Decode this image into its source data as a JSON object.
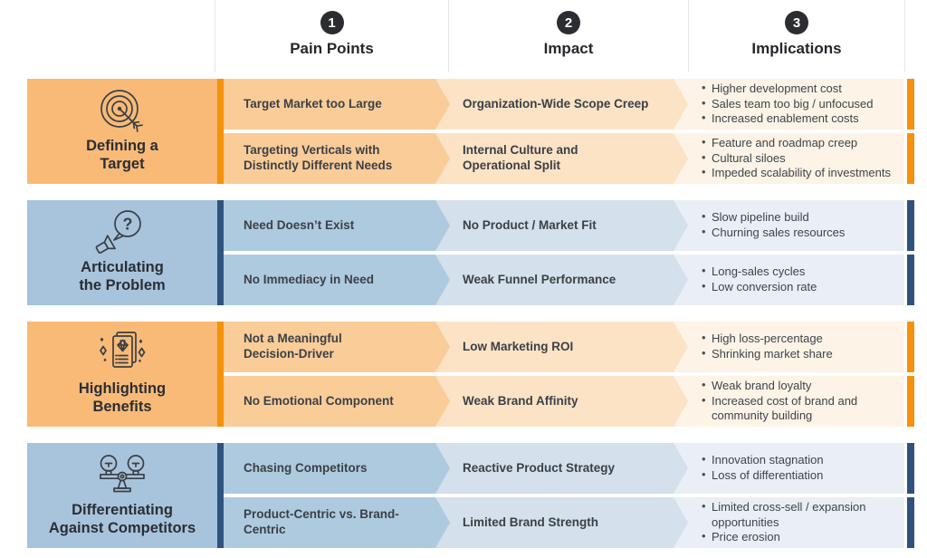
{
  "header": {
    "columns": [
      {
        "number": "1",
        "label": "Pain Points"
      },
      {
        "number": "2",
        "label": "Impact"
      },
      {
        "number": "3",
        "label": "Implications"
      }
    ]
  },
  "themes": {
    "orange": {
      "sidebar": "#F9BA77",
      "accent_bar": "#F6910E",
      "pain": "#FACC98",
      "impact": "#FCE3C5",
      "implications": "#FDF3E6"
    },
    "blue": {
      "sidebar": "#A8C4DC",
      "accent_bar": "#31517E",
      "pain": "#AECADF",
      "impact": "#D4E0EB",
      "implications": "#E9EFF4"
    }
  },
  "text_color": "#3B4047",
  "groups": [
    {
      "theme": "orange",
      "icon": "target-icon",
      "title": "Defining a\nTarget",
      "rows": [
        {
          "pain": "Target Market too Large",
          "impact": "Organization-Wide Scope Creep",
          "implications": [
            "Higher development cost",
            "Sales team too big / unfocused",
            "Increased enablement costs"
          ]
        },
        {
          "pain": "Targeting Verticals with\nDistinctly Different Needs",
          "impact": "Internal Culture and\nOperational Split",
          "implications": [
            "Feature and roadmap creep",
            "Cultural siloes",
            "Impeded scalability of investments"
          ]
        }
      ]
    },
    {
      "theme": "blue",
      "icon": "question-bubble-megaphone-icon",
      "title": "Articulating\nthe Problem",
      "rows": [
        {
          "pain": "Need Doesn’t Exist",
          "impact": "No Product / Market Fit",
          "implications": [
            "Slow pipeline build",
            "Churning sales resources"
          ]
        },
        {
          "pain": "No Immediacy in Need",
          "impact": "Weak Funnel Performance",
          "implications": [
            "Long-sales cycles",
            "Low conversion rate"
          ]
        }
      ]
    },
    {
      "theme": "orange",
      "icon": "benefits-sheet-sparkle-icon",
      "title": "Highlighting\nBenefits",
      "rows": [
        {
          "pain": "Not a Meaningful\nDecision-Driver",
          "impact": "Low Marketing ROI",
          "implications": [
            "High loss-percentage",
            "Shrinking market share"
          ]
        },
        {
          "pain": "No Emotional Component",
          "impact": "Weak Brand Affinity",
          "implications": [
            "Weak brand loyalty",
            "Increased cost of brand and community building"
          ]
        }
      ]
    },
    {
      "theme": "blue",
      "icon": "scale-bulbs-icon",
      "title": "Differentiating\nAgainst Competitors",
      "rows": [
        {
          "pain": "Chasing Competitors",
          "impact": "Reactive Product Strategy",
          "implications": [
            "Innovation stagnation",
            "Loss of differentiation"
          ]
        },
        {
          "pain": "Product-Centric vs. Brand-Centric",
          "impact": "Limited Brand Strength",
          "implications": [
            "Limited cross-sell / expansion opportunities",
            "Price erosion"
          ]
        }
      ]
    }
  ]
}
